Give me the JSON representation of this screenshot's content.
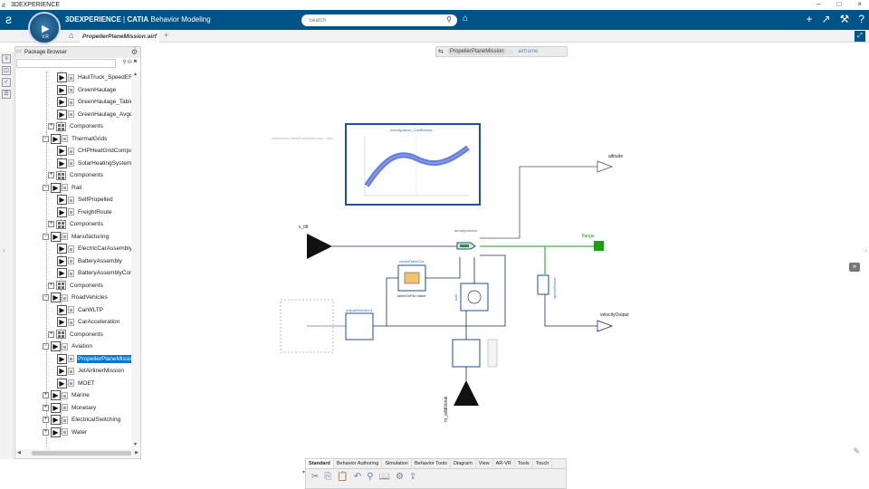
{
  "window": {
    "title": "3DEXPERIENCE",
    "controls": [
      "–",
      "□",
      "×"
    ]
  },
  "app": {
    "brand": "3DEXPERIENCE",
    "separator": " | ",
    "product": "CATIA",
    "module": " Behavior Modeling",
    "compass_version": "V.R"
  },
  "search": {
    "placeholder": "Search"
  },
  "tab": {
    "title": "PropellerPlaneMission:airf"
  },
  "browser": {
    "title": "Package Browser",
    "tree": [
      {
        "label": "HaulTruck_SpeedERS",
        "level": 2,
        "kind": "model"
      },
      {
        "label": "GreenHaulage",
        "level": 2,
        "kind": "model"
      },
      {
        "label": "GreenHaulage_TableLo",
        "level": 2,
        "kind": "model"
      },
      {
        "label": "GreenHaulage_AvgdLo",
        "level": 2,
        "kind": "model"
      },
      {
        "label": "Components",
        "level": 2,
        "kind": "package"
      },
      {
        "label": "ThermalGrids",
        "level": 1,
        "kind": "folder"
      },
      {
        "label": "CHPHeatGridCompari",
        "level": 2,
        "kind": "model"
      },
      {
        "label": "SolarHeatingSystem",
        "level": 2,
        "kind": "model"
      },
      {
        "label": "Components",
        "level": 2,
        "kind": "package"
      },
      {
        "label": "Rail",
        "level": 1,
        "kind": "folder"
      },
      {
        "label": "SelfPropelled",
        "level": 2,
        "kind": "model"
      },
      {
        "label": "FreightRoute",
        "level": 2,
        "kind": "model"
      },
      {
        "label": "Components",
        "level": 2,
        "kind": "package"
      },
      {
        "label": "Manufacturing",
        "level": 1,
        "kind": "folder"
      },
      {
        "label": "ElectricCarAssembly",
        "level": 2,
        "kind": "model"
      },
      {
        "label": "BatteryAssembly",
        "level": 2,
        "kind": "model"
      },
      {
        "label": "BatteryAssemblyContr",
        "level": 2,
        "kind": "model"
      },
      {
        "label": "Components",
        "level": 2,
        "kind": "package"
      },
      {
        "label": "RoadVehicles",
        "level": 1,
        "kind": "folder"
      },
      {
        "label": "CarWLTP",
        "level": 2,
        "kind": "model"
      },
      {
        "label": "CarAcceleration",
        "level": 2,
        "kind": "model"
      },
      {
        "label": "Components",
        "level": 2,
        "kind": "package"
      },
      {
        "label": "Aviation",
        "level": 1,
        "kind": "folder"
      },
      {
        "label": "PropellerPlaneMission",
        "level": 2,
        "kind": "model",
        "selected": true
      },
      {
        "label": "JetAirlinerMission",
        "level": 2,
        "kind": "model"
      },
      {
        "label": "MOET",
        "level": 2,
        "kind": "model"
      },
      {
        "label": "Marine",
        "level": 1,
        "kind": "folder"
      },
      {
        "label": "Monetary",
        "level": 1,
        "kind": "folder"
      },
      {
        "label": "ElectricalSwitching",
        "level": 1,
        "kind": "folder"
      },
      {
        "label": "Water",
        "level": 1,
        "kind": "folder"
      }
    ]
  },
  "breadcrumb": {
    "items": [
      "PropellerPlaneMission",
      "airframe"
    ]
  },
  "diagram": {
    "plot_title": "Aerodynamic_Coefficients",
    "plot_side_label": "airframeAeroTable(EnableDataLoss) = false",
    "labels": {
      "v_tilt": "v_tilt",
      "altitude": "altitude",
      "flange": "flange",
      "velocityOutput": "velocityOutput",
      "aerodynamics": "aerodynamics",
      "combiTable2Ds": "combiTable2Ds",
      "tableOnFile": "tableOnFile=false",
      "outputSelection": "outputSelection1",
      "m_additional": "m_additional",
      "add": "add",
      "speedSensor": "speedSensor"
    },
    "colors": {
      "flange": "#1a9e1a",
      "block_border": "#1f4e9a",
      "wire": "#1c2a6b"
    }
  },
  "actionbar": {
    "tabs": [
      "Standard",
      "Behavior Authoring",
      "Simulation",
      "Behavior Tools",
      "Diagram",
      "View",
      "AR-VR",
      "Tools",
      "Touch"
    ],
    "active": "Standard",
    "icons": [
      "cut-icon",
      "copy-icon",
      "paste-icon",
      "undo-icon",
      "zoom-icon",
      "book-icon",
      "settings-icon",
      "share-icon"
    ]
  }
}
